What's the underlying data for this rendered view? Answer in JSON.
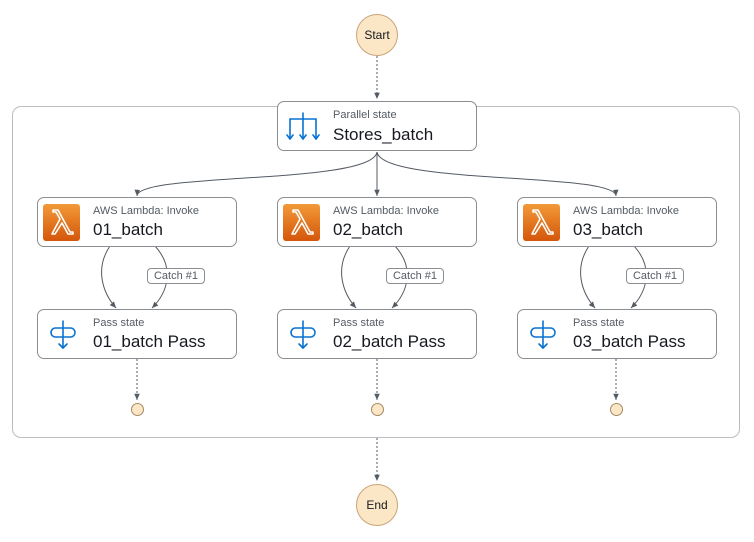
{
  "start": {
    "label": "Start"
  },
  "end": {
    "label": "End"
  },
  "parallel": {
    "type_label": "Parallel state",
    "name": "Stores_batch"
  },
  "branches": [
    {
      "task": {
        "type_label": "AWS Lambda: Invoke",
        "name": "01_batch"
      },
      "catch_label": "Catch #1",
      "pass": {
        "type_label": "Pass state",
        "name": "01_batch Pass"
      }
    },
    {
      "task": {
        "type_label": "AWS Lambda: Invoke",
        "name": "02_batch"
      },
      "catch_label": "Catch #1",
      "pass": {
        "type_label": "Pass state",
        "name": "02_batch Pass"
      }
    },
    {
      "task": {
        "type_label": "AWS Lambda: Invoke",
        "name": "03_batch"
      },
      "catch_label": "Catch #1",
      "pass": {
        "type_label": "Pass state",
        "name": "03_batch Pass"
      }
    }
  ],
  "colors": {
    "lambda_gradient_top": "#f29a38",
    "lambda_gradient_bottom": "#d4560b",
    "flow_icon_blue": "#0972d3",
    "terminal_fill": "#fbe6c6",
    "edge": "#545b64"
  },
  "icons": {
    "parallel": "parallel-fork-icon",
    "lambda": "aws-lambda-icon",
    "pass": "pass-state-icon"
  }
}
